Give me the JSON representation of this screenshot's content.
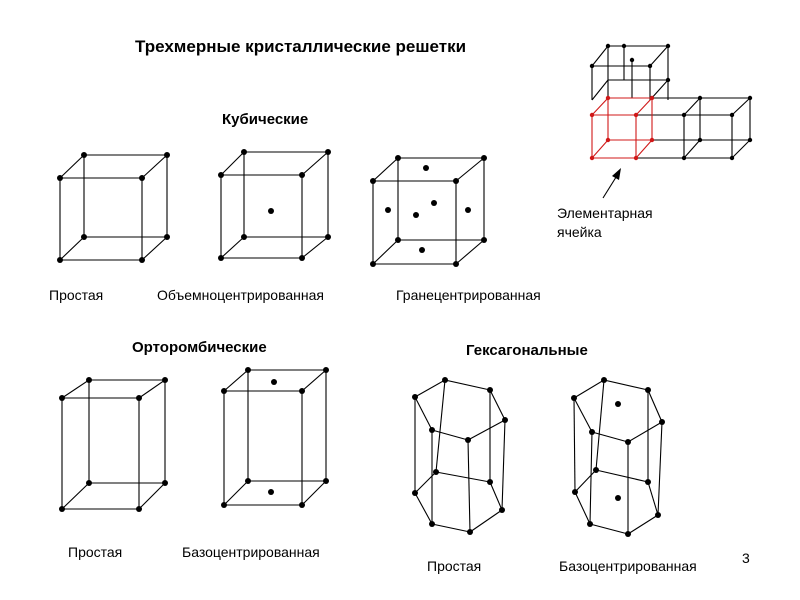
{
  "title": "Трехмерные кристаллические решетки",
  "sections": {
    "cubic": "Кубические",
    "orthorhombic": "Орторомбические",
    "hexagonal": "Гексагональные"
  },
  "cubic_labels": {
    "simple": "Простая",
    "body_centered": "Объемноцентрированная",
    "face_centered": "Гранецентрированная"
  },
  "orthorhombic_labels": {
    "simple": "Простая",
    "base_centered": "Базоцентрированная"
  },
  "hexagonal_labels": {
    "simple": "Простая",
    "base_centered": "Базоцентрированная"
  },
  "unit_cell_caption": "Элементарная\n ячейка",
  "page_number": "3",
  "colors": {
    "lines": "#000000",
    "highlight": "#d01818",
    "background": "#ffffff"
  }
}
